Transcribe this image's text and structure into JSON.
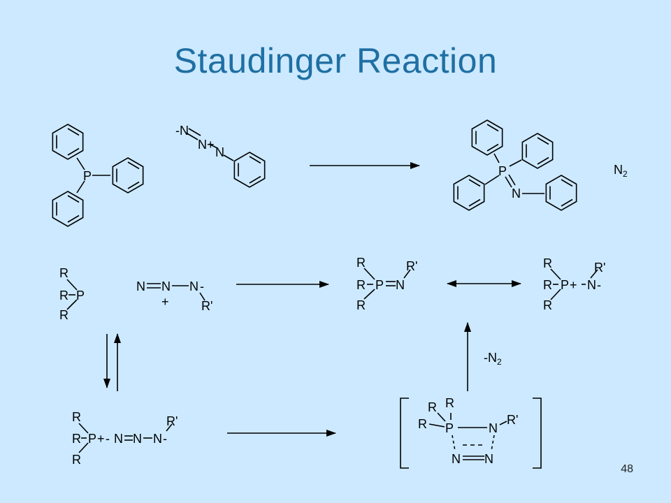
{
  "slide": {
    "title": "Staudinger Reaction",
    "page_number": "48"
  },
  "labels": {
    "P": "P",
    "N": "N",
    "R": "R",
    "R_prime": "R'",
    "N2": "N",
    "minus_N2": "-N",
    "sub2": "2",
    "plus": "+",
    "minus": "-",
    "azide_N1": "-N",
    "azide_N2": "N+"
  },
  "colors": {
    "background": "#cce9ff",
    "title": "#1f6fa3",
    "ink": "#000000"
  }
}
